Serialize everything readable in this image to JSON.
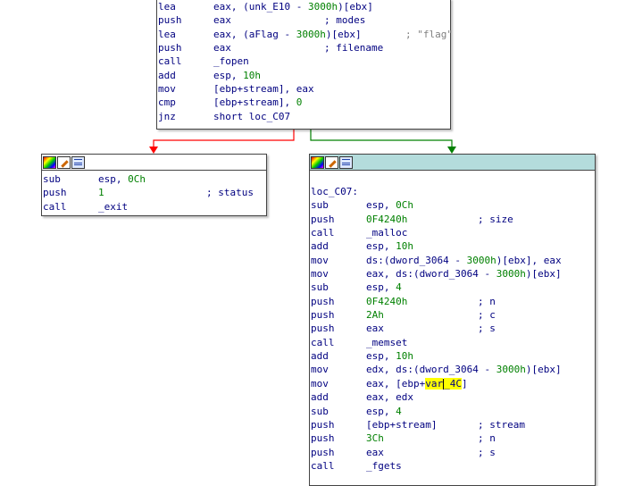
{
  "colors": {
    "false_edge": "#ff0000",
    "true_edge": "#008000",
    "header_active": "#b4dcdc",
    "number": "#008000",
    "code": "#000080",
    "highlight": "#ffff00"
  },
  "icons": [
    "color-palette-icon",
    "edit-node-icon",
    "graph-overview-icon"
  ],
  "top_block": {
    "lines": [
      {
        "mn": "lea",
        "parts": [
          {
            "t": "eax, (unk_E10 - "
          },
          {
            "t": "3000h",
            "c": "num"
          },
          {
            "t": ")[ebx]"
          }
        ],
        "comment": ""
      },
      {
        "mn": "push",
        "parts": [
          {
            "t": "eax"
          }
        ],
        "comment": "; modes"
      },
      {
        "mn": "lea",
        "parts": [
          {
            "t": "eax, (aFlag - "
          },
          {
            "t": "3000h",
            "c": "num"
          },
          {
            "t": ")[ebx]"
          }
        ],
        "comment": "; \"flag\""
      },
      {
        "mn": "push",
        "parts": [
          {
            "t": "eax"
          }
        ],
        "comment": "; filename"
      },
      {
        "mn": "call",
        "parts": [
          {
            "t": "_fopen"
          }
        ],
        "comment": ""
      },
      {
        "mn": "add",
        "parts": [
          {
            "t": "esp, "
          },
          {
            "t": "10h",
            "c": "num"
          }
        ],
        "comment": ""
      },
      {
        "mn": "mov",
        "parts": [
          {
            "t": "[ebp+stream], eax"
          }
        ],
        "comment": ""
      },
      {
        "mn": "cmp",
        "parts": [
          {
            "t": "[ebp+stream], "
          },
          {
            "t": "0",
            "c": "num"
          }
        ],
        "comment": ""
      },
      {
        "mn": "jnz",
        "parts": [
          {
            "t": "short loc_C07"
          }
        ],
        "comment": ""
      }
    ]
  },
  "left_block": {
    "lines": [
      {
        "mn": "sub",
        "parts": [
          {
            "t": "esp, "
          },
          {
            "t": "0Ch",
            "c": "num"
          }
        ],
        "comment": ""
      },
      {
        "mn": "push",
        "parts": [
          {
            "t": "1",
            "c": "num"
          }
        ],
        "comment": "; status"
      },
      {
        "mn": "call",
        "parts": [
          {
            "t": "_exit"
          }
        ],
        "comment": ""
      }
    ]
  },
  "right_block": {
    "label": "loc_C07:",
    "lines": [
      {
        "mn": "sub",
        "parts": [
          {
            "t": "esp, "
          },
          {
            "t": "0Ch",
            "c": "num"
          }
        ],
        "comment": ""
      },
      {
        "mn": "push",
        "parts": [
          {
            "t": "0F4240h",
            "c": "num"
          }
        ],
        "comment": "; size"
      },
      {
        "mn": "call",
        "parts": [
          {
            "t": "_malloc"
          }
        ],
        "comment": ""
      },
      {
        "mn": "add",
        "parts": [
          {
            "t": "esp, "
          },
          {
            "t": "10h",
            "c": "num"
          }
        ],
        "comment": ""
      },
      {
        "mn": "mov",
        "parts": [
          {
            "t": "ds:(dword_3064 - "
          },
          {
            "t": "3000h",
            "c": "num"
          },
          {
            "t": ")[ebx], eax"
          }
        ],
        "comment": ""
      },
      {
        "mn": "mov",
        "parts": [
          {
            "t": "eax, ds:(dword_3064 - "
          },
          {
            "t": "3000h",
            "c": "num"
          },
          {
            "t": ")[ebx]"
          }
        ],
        "comment": ""
      },
      {
        "mn": "sub",
        "parts": [
          {
            "t": "esp, "
          },
          {
            "t": "4",
            "c": "num"
          }
        ],
        "comment": ""
      },
      {
        "mn": "push",
        "parts": [
          {
            "t": "0F4240h",
            "c": "num"
          }
        ],
        "comment": "; n"
      },
      {
        "mn": "push",
        "parts": [
          {
            "t": "2Ah",
            "c": "num"
          }
        ],
        "comment": "; c"
      },
      {
        "mn": "push",
        "parts": [
          {
            "t": "eax"
          }
        ],
        "comment": "; s"
      },
      {
        "mn": "call",
        "parts": [
          {
            "t": "_memset"
          }
        ],
        "comment": ""
      },
      {
        "mn": "add",
        "parts": [
          {
            "t": "esp, "
          },
          {
            "t": "10h",
            "c": "num"
          }
        ],
        "comment": ""
      },
      {
        "mn": "mov",
        "parts": [
          {
            "t": "edx, ds:(dword_3064 - "
          },
          {
            "t": "3000h",
            "c": "num"
          },
          {
            "t": ")[ebx]"
          }
        ],
        "comment": ""
      },
      {
        "mn": "mov",
        "parts": [
          {
            "t": "eax, [ebp+"
          },
          {
            "t": "var",
            "c": "hl"
          },
          {
            "t": "",
            "c": "cursor"
          },
          {
            "t": "_4C",
            "c": "hl"
          },
          {
            "t": "]"
          }
        ],
        "comment": ""
      },
      {
        "mn": "add",
        "parts": [
          {
            "t": "eax, edx"
          }
        ],
        "comment": ""
      },
      {
        "mn": "sub",
        "parts": [
          {
            "t": "esp, "
          },
          {
            "t": "4",
            "c": "num"
          }
        ],
        "comment": ""
      },
      {
        "mn": "push",
        "parts": [
          {
            "t": "[ebp+stream]"
          }
        ],
        "comment": "; stream"
      },
      {
        "mn": "push",
        "parts": [
          {
            "t": "3Ch",
            "c": "num"
          }
        ],
        "comment": "; n"
      },
      {
        "mn": "push",
        "parts": [
          {
            "t": "eax"
          }
        ],
        "comment": "; s"
      },
      {
        "mn": "call",
        "parts": [
          {
            "t": "_fgets"
          }
        ],
        "comment": ""
      }
    ]
  }
}
